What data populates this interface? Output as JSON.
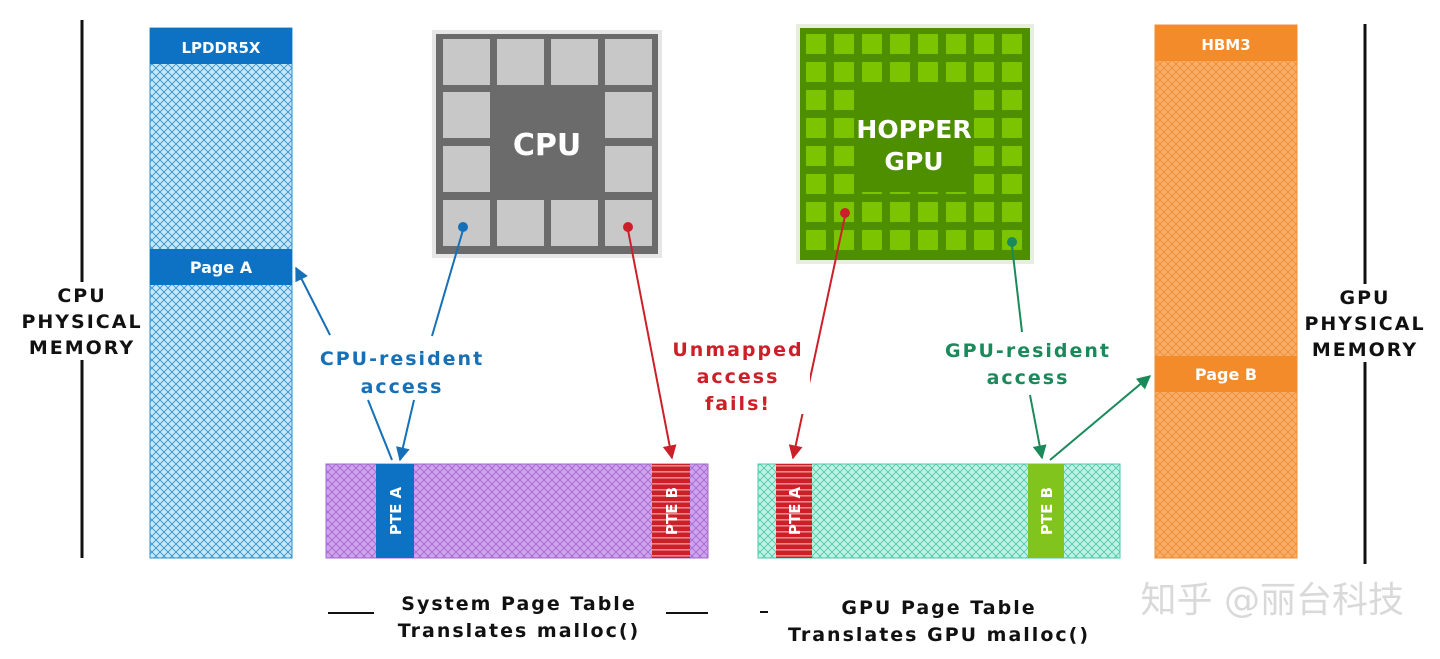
{
  "cpu_side": {
    "title_lines": [
      "CPU",
      "PHYSICAL",
      "MEMORY"
    ],
    "memory_label": "LPDDR5X",
    "page_label": "Page A",
    "chip_label": "CPU",
    "access_lines": [
      "CPU-resident",
      "access"
    ],
    "pte_label": "PTE A",
    "pte_other_label": "PTE B",
    "caption_lines": [
      "System Page Table",
      "Translates malloc()"
    ]
  },
  "gpu_side": {
    "title_lines": [
      "GPU",
      "PHYSICAL",
      "MEMORY"
    ],
    "memory_label": "HBM3",
    "page_label": "Page B",
    "chip_label_lines": [
      "HOPPER",
      "GPU"
    ],
    "access_lines": [
      "GPU-resident",
      "access"
    ],
    "pte_label": "PTE B",
    "pte_other_label": "PTE A",
    "caption_lines": [
      "GPU Page Table",
      "Translates GPU malloc()"
    ]
  },
  "fail_note_lines": [
    "Unmapped",
    "access",
    "fails!"
  ],
  "watermark": "知乎 @丽台科技",
  "colors": {
    "cpu_blue": "#0d72c4",
    "lpddr_fill": "#bfe3f4",
    "hbm_orange": "#f49a3c",
    "hbm_fill": "#f8b06a",
    "sys_pt_fill": "#c998ea",
    "gpu_pt_fill": "#b5eee0",
    "fail_red": "#cc2029",
    "gpu_green": "#1a8a5a",
    "nvidia_green": "#76b900",
    "chip_gray": "#6b6b6b"
  }
}
